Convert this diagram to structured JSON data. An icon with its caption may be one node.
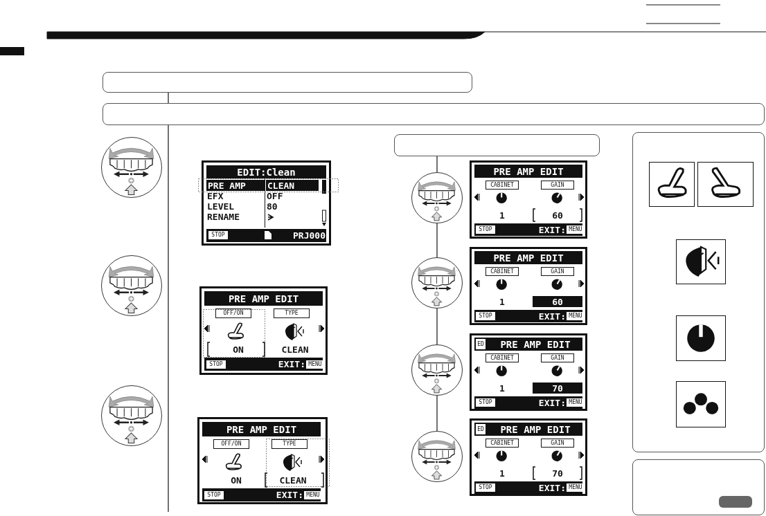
{
  "diagram": {
    "nodes": [
      {
        "text": [],
        "shape": "box"
      },
      {
        "text": [],
        "shape": "box"
      },
      {
        "text": [],
        "shape": "circle"
      },
      {
        "text": [
          "EDIT:Clean",
          "PRE AMP",
          "CLEAN",
          "EFX",
          "OFF",
          "LEVEL",
          "80",
          "RENAME",
          "STOP",
          "PRJ000"
        ]
      },
      {
        "text": [],
        "shape": "circle"
      },
      {
        "text": [
          "PRE AMP EDIT",
          "OFF/ON",
          "TYPE",
          "ON",
          "CLEAN",
          "STOP",
          "EXIT:",
          "MENU"
        ]
      },
      {
        "text": [],
        "shape": "circle"
      },
      {
        "text": [
          "PRE AMP EDIT",
          "OFF/ON",
          "TYPE",
          "ON",
          "CLEAN",
          "STOP",
          "EXIT:",
          "MENU"
        ]
      },
      {
        "text": [],
        "shape": "box"
      },
      {
        "text": [],
        "shape": "circle"
      },
      {
        "text": [
          "PRE AMP EDIT",
          "CABINET",
          "GAIN",
          "1",
          "60",
          "STOP",
          "EXIT:",
          "MENU"
        ]
      },
      {
        "text": [],
        "shape": "circle"
      },
      {
        "text": [
          "PRE AMP EDIT",
          "CABINET",
          "GAIN",
          "1",
          "60",
          "STOP",
          "EXIT:",
          "MENU"
        ]
      },
      {
        "text": [],
        "shape": "circle"
      },
      {
        "text": [
          "ED",
          "PRE AMP EDIT",
          "CABINET",
          "GAIN",
          "1",
          "70",
          "STOP",
          "EXIT:",
          "MENU"
        ]
      },
      {
        "text": [],
        "shape": "circle"
      },
      {
        "text": [
          "ED",
          "PRE AMP EDIT",
          "CABINET",
          "GAIN",
          "1",
          "70",
          "STOP",
          "EXIT:",
          "MENU"
        ]
      },
      {
        "text": [],
        "shape": "box"
      },
      {
        "text": [],
        "shape": "box"
      }
    ],
    "edges": [
      {
        "from": 0,
        "to": 1,
        "arrow": "none"
      },
      {
        "from": 8,
        "to": 9,
        "arrow": "none"
      },
      {
        "from": 9,
        "to": 11,
        "arrow": "none"
      },
      {
        "from": 11,
        "to": 13,
        "arrow": "none"
      },
      {
        "from": 13,
        "to": 15,
        "arrow": "none"
      }
    ]
  }
}
